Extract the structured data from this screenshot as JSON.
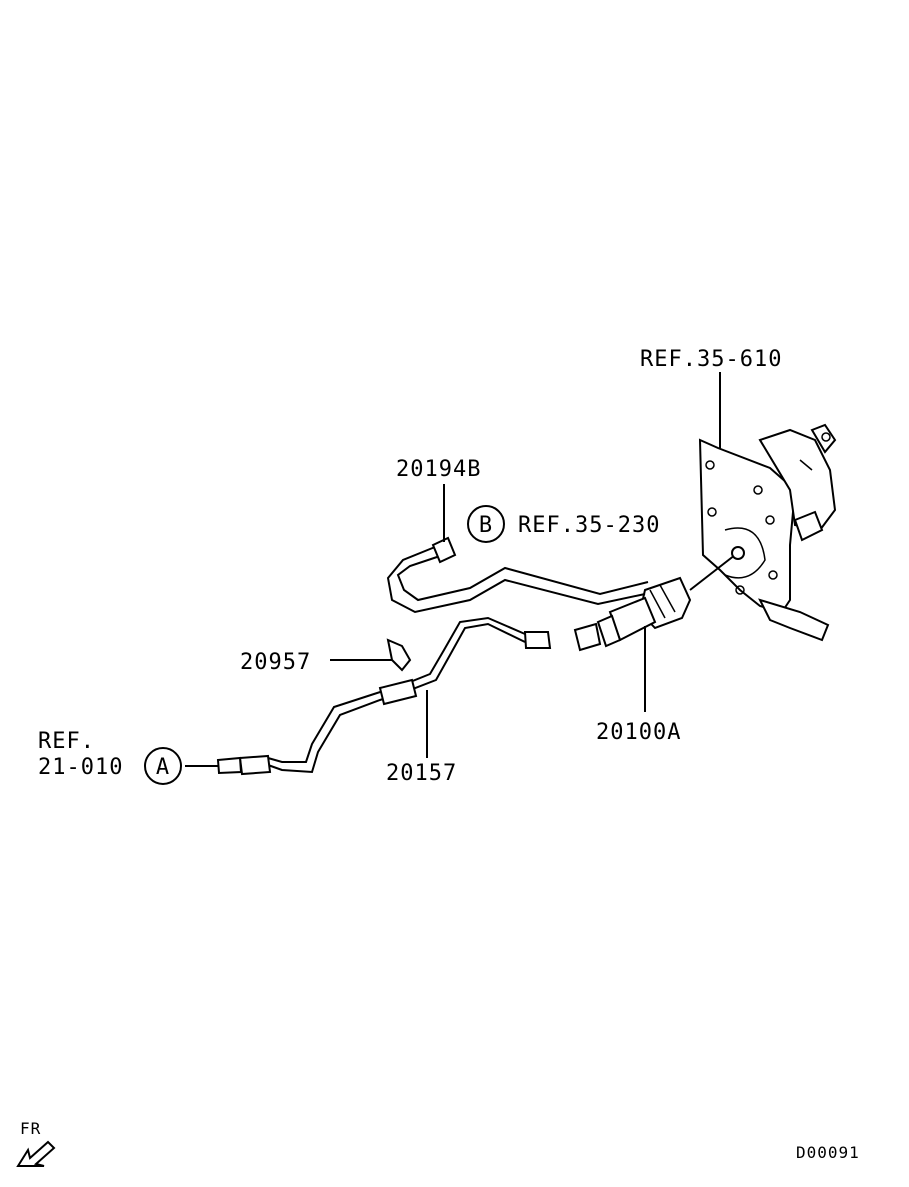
{
  "diagram": {
    "callouts": {
      "ref_35_610": "REF.35-610",
      "part_20194b": "20194B",
      "ref_35_230": "REF.35-230",
      "part_20957": "20957",
      "part_20100a": "20100A",
      "ref_21_010_line1": "REF.",
      "ref_21_010_line2": "21-010",
      "part_20157": "20157"
    },
    "connectors": {
      "a": "A",
      "b": "B"
    },
    "orientation": {
      "label": "FR"
    },
    "drawing_code": "D00091"
  }
}
